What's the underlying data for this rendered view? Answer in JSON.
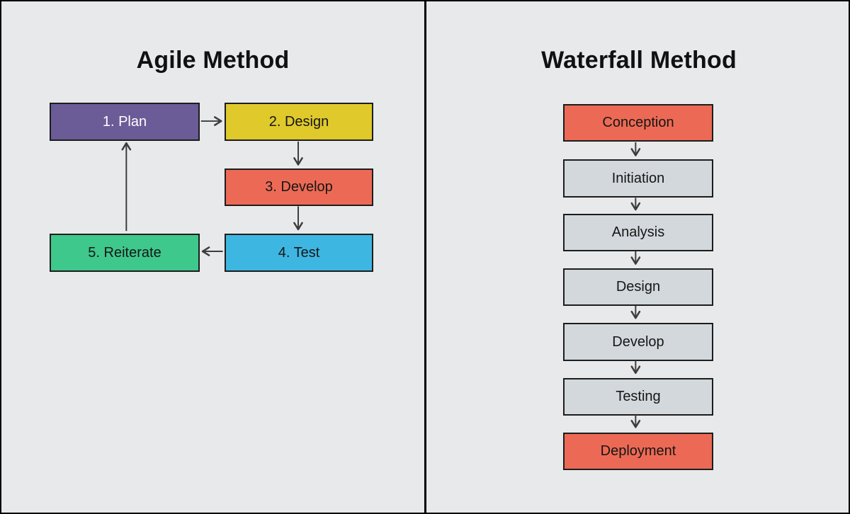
{
  "agile": {
    "title": "Agile Method",
    "steps": [
      {
        "label": "1. Plan",
        "color": "#6b5b97",
        "text_color": "#ffffff"
      },
      {
        "label": "2. Design",
        "color": "#e0c92b",
        "text_color": "#161616"
      },
      {
        "label": "3. Develop",
        "color": "#ec6a55",
        "text_color": "#161616"
      },
      {
        "label": "4. Test",
        "color": "#3eb6e2",
        "text_color": "#161616"
      },
      {
        "label": "5. Reiterate",
        "color": "#3ec88c",
        "text_color": "#161616"
      }
    ]
  },
  "waterfall": {
    "title": "Waterfall Method",
    "steps": [
      {
        "label": "Conception",
        "color": "#ec6a55",
        "text_color": "#161616"
      },
      {
        "label": "Initiation",
        "color": "#d2d8dc",
        "text_color": "#161616"
      },
      {
        "label": "Analysis",
        "color": "#d2d8dc",
        "text_color": "#161616"
      },
      {
        "label": "Design",
        "color": "#d2d8dc",
        "text_color": "#161616"
      },
      {
        "label": "Develop",
        "color": "#d2d8dc",
        "text_color": "#161616"
      },
      {
        "label": "Testing",
        "color": "#d2d8dc",
        "text_color": "#161616"
      },
      {
        "label": "Deployment",
        "color": "#ec6a55",
        "text_color": "#161616"
      }
    ]
  },
  "colors": {
    "background": "#e8e9eb",
    "frame_border": "#000000",
    "box_border": "#1d1d1d",
    "arrow": "#3d3d3d",
    "title_text": "#111111"
  }
}
